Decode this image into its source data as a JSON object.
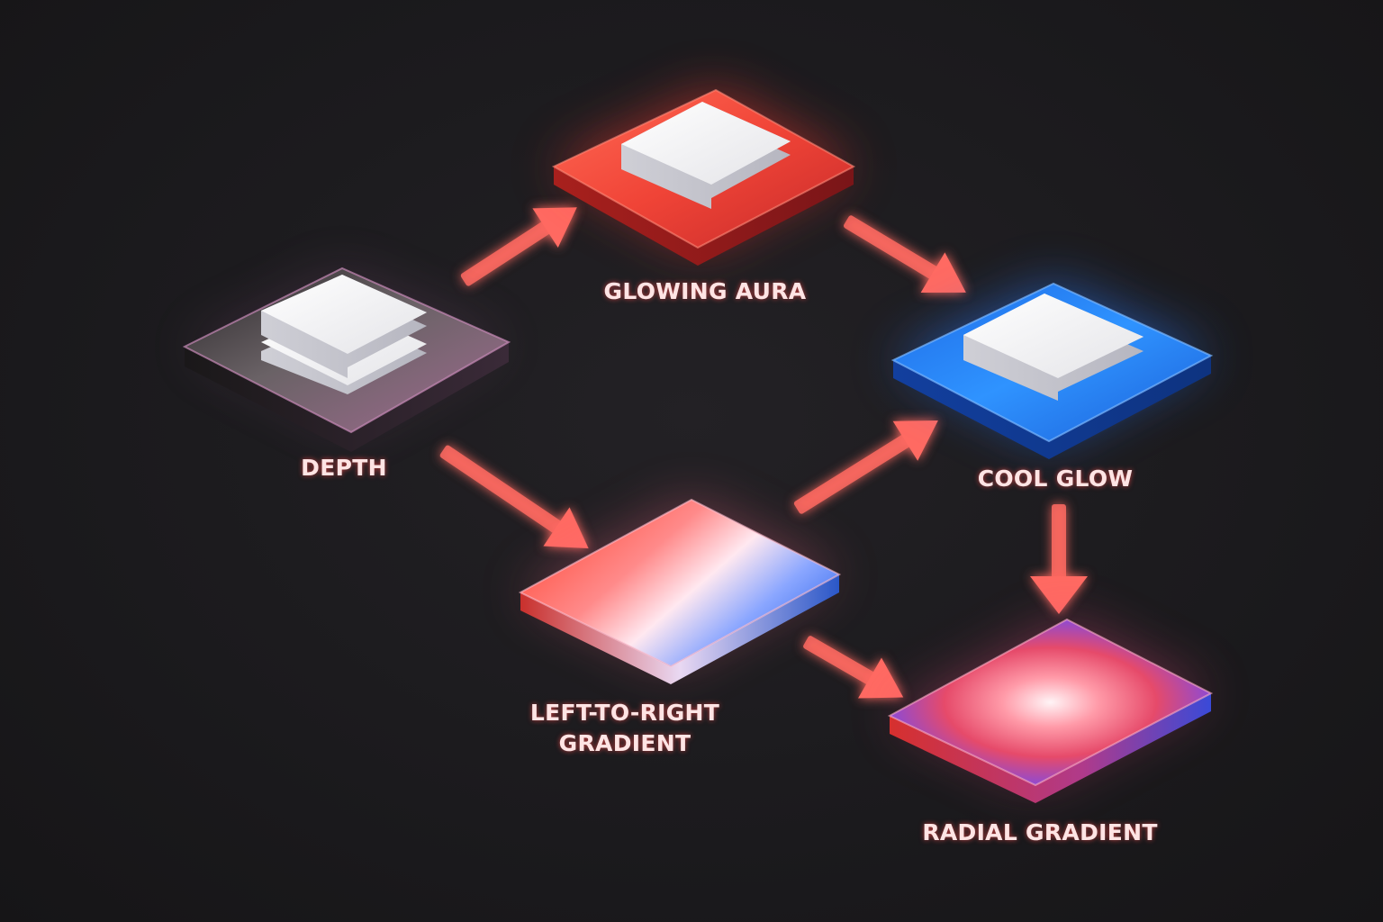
{
  "nodes": {
    "depth": {
      "label": "DEPTH"
    },
    "glowing_aura": {
      "label": "GLOWING AURA"
    },
    "cool_glow": {
      "label": "COOL GLOW"
    },
    "left_to_right": {
      "label_line1": "LEFT-TO-RIGHT",
      "label_line2": "GRADIENT"
    },
    "radial": {
      "label": "RADIAL GRADIENT"
    }
  },
  "edges": [
    {
      "from": "DEPTH",
      "to": "GLOWING AURA"
    },
    {
      "from": "DEPTH",
      "to": "LEFT-TO-RIGHT GRADIENT"
    },
    {
      "from": "GLOWING AURA",
      "to": "COOL GLOW"
    },
    {
      "from": "LEFT-TO-RIGHT GRADIENT",
      "to": "COOL GLOW"
    },
    {
      "from": "LEFT-TO-RIGHT GRADIENT",
      "to": "RADIAL GRADIENT"
    },
    {
      "from": "COOL GLOW",
      "to": "RADIAL GRADIENT"
    }
  ],
  "colors": {
    "background": "#1b1a1d",
    "arrow": "#ff6a62",
    "label": "#ffe4e4",
    "red_tile": "#f04a3c",
    "blue_tile": "#1f7cf0",
    "dark_tile": "#3a3538"
  }
}
